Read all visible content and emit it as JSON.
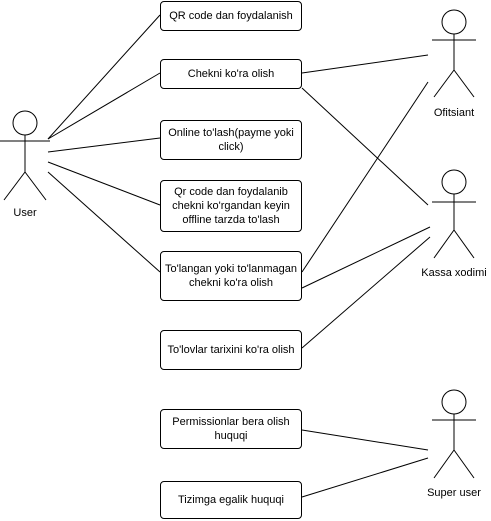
{
  "actors": {
    "user": "User",
    "ofitsiant": "Ofitsiant",
    "kassa": "Kassa xodimi",
    "super": "Super user"
  },
  "use_cases": {
    "qr": "QR code dan foydalanish",
    "chek": "Chekni ko'ra olish",
    "online": "Online to'lash(payme yoki click)",
    "offline": "Qr code dan foydalanib chekni ko'rgandan keyin offline tarzda to'lash",
    "tolangan": "To'langan yoki to'lanmagan chekni ko'ra olish",
    "tarix": "To'lovlar tarixini ko'ra olish",
    "permission": "Permissionlar bera olish huquqi",
    "egalik": "Tizimga egalik huquqi"
  }
}
